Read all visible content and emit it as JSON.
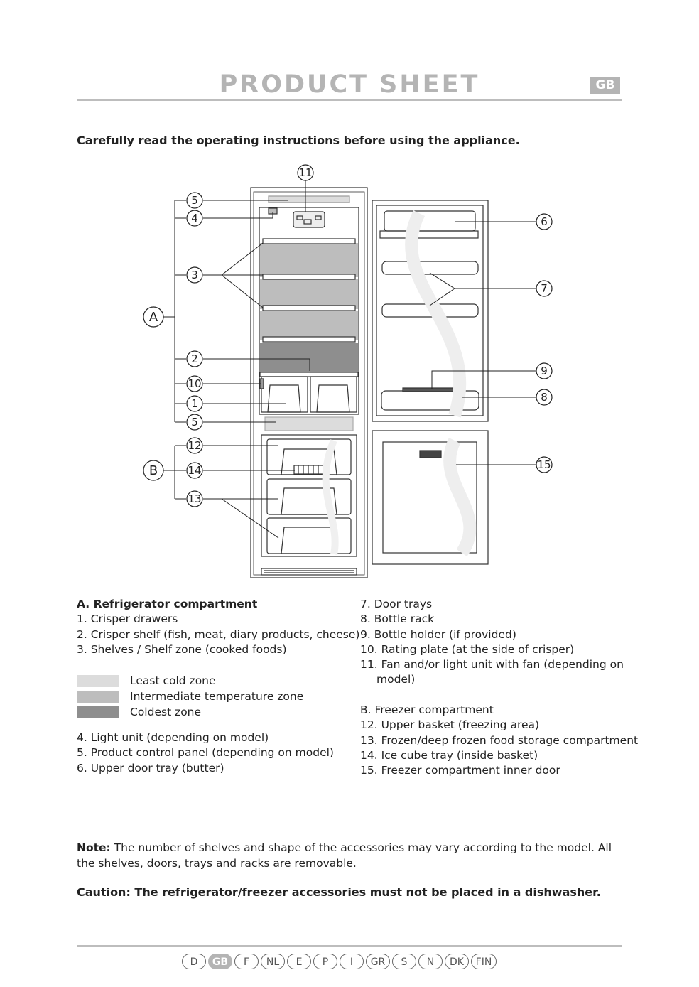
{
  "header": {
    "title": "PRODUCT SHEET",
    "lang_badge": "GB"
  },
  "intro": "Carefully read the operating instructions before using the appliance.",
  "diagram": {
    "callouts": [
      "11",
      "5",
      "4",
      "3",
      "A",
      "2",
      "10",
      "1",
      "5",
      "12",
      "14",
      "B",
      "13",
      "6",
      "7",
      "9",
      "8",
      "15"
    ]
  },
  "left_col": {
    "heading": "A. Refrigerator compartment",
    "items": [
      "1. Crisper drawers",
      "2. Crisper shelf (fish, meat, diary products, cheese)",
      "3. Shelves / Shelf zone (cooked foods)"
    ],
    "legend": [
      {
        "label": "Least cold zone",
        "color": "#dcdcdc"
      },
      {
        "label": "Intermediate temperature zone",
        "color": "#bdbdbd"
      },
      {
        "label": "Coldest zone",
        "color": "#8e8e8e"
      }
    ],
    "items2": [
      "4. Light unit (depending on model)",
      "5. Product control panel (depending on model)",
      "6. Upper door tray (butter)"
    ]
  },
  "right_col": {
    "items": [
      "7. Door trays",
      "8. Bottle rack",
      "9. Bottle holder (if provided)",
      "10. Rating plate (at the side of crisper)",
      "11. Fan and/or light unit with fan (depending on",
      "model)"
    ],
    "items2": [
      "B. Freezer compartment",
      "12. Upper basket (freezing area)",
      "13. Frozen/deep frozen food storage compartment",
      "14. Ice cube tray (inside basket)",
      "15. Freezer compartment inner door"
    ]
  },
  "note": {
    "label": "Note:",
    "text": " The number of shelves and shape of the accessories may vary according to the model. All the shelves, doors, trays and racks are removable."
  },
  "caution": "Caution: The refrigerator/freezer accessories must not be placed in a dishwasher.",
  "footer": {
    "languages": [
      "D",
      "GB",
      "F",
      "NL",
      "E",
      "P",
      "I",
      "GR",
      "S",
      "N",
      "DK",
      "FIN"
    ],
    "active": "GB"
  }
}
